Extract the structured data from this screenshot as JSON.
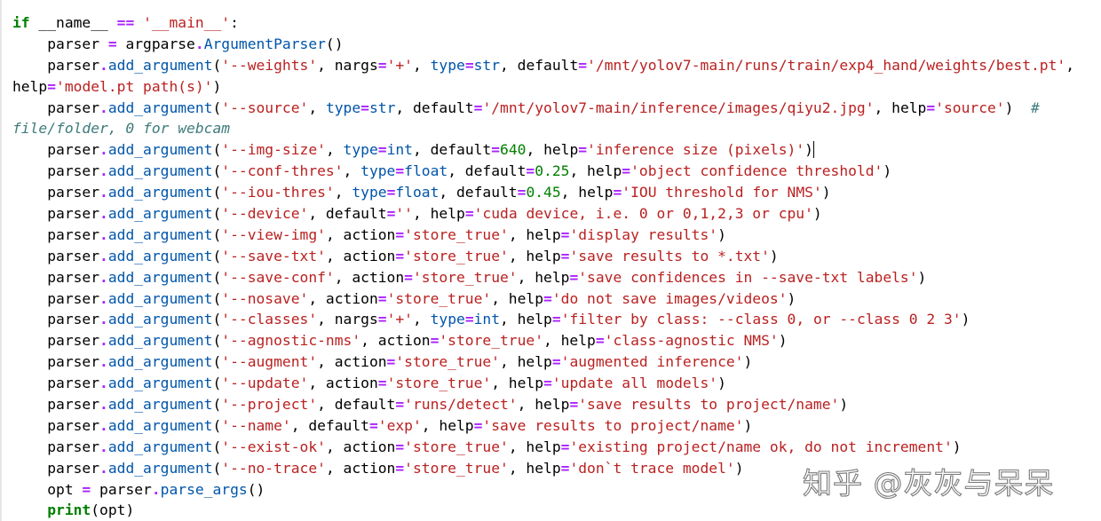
{
  "watermark": {
    "text": "知乎 @灰灰与呆呆"
  },
  "code_lines": [
    [
      [
        "kw",
        "if"
      ],
      [
        "t",
        " __name__ "
      ],
      [
        "op",
        "=="
      ],
      [
        "t",
        " "
      ],
      [
        "str",
        "'__main__'"
      ],
      [
        "t",
        ":"
      ]
    ],
    [
      [
        "t",
        "    parser "
      ],
      [
        "op",
        "="
      ],
      [
        "t",
        " argparse"
      ],
      [
        "op",
        "."
      ],
      [
        "attr",
        "ArgumentParser"
      ],
      [
        "t",
        "()"
      ]
    ],
    [
      [
        "t",
        "    parser"
      ],
      [
        "op",
        "."
      ],
      [
        "attr",
        "add_argument"
      ],
      [
        "t",
        "("
      ],
      [
        "str",
        "'--weights'"
      ],
      [
        "t",
        ", nargs"
      ],
      [
        "op",
        "="
      ],
      [
        "str",
        "'+'"
      ],
      [
        "t",
        ", "
      ],
      [
        "attr",
        "type"
      ],
      [
        "op",
        "="
      ],
      [
        "attr",
        "str"
      ],
      [
        "t",
        ", default"
      ],
      [
        "op",
        "="
      ],
      [
        "str",
        "'/mnt/yolov7-main/runs/train/exp4_hand/weights/best.pt'"
      ],
      [
        "t",
        ","
      ]
    ],
    [
      [
        "t",
        "help"
      ],
      [
        "op",
        "="
      ],
      [
        "str",
        "'model.pt path(s)'"
      ],
      [
        "t",
        ")"
      ]
    ],
    [
      [
        "t",
        "    parser"
      ],
      [
        "op",
        "."
      ],
      [
        "attr",
        "add_argument"
      ],
      [
        "t",
        "("
      ],
      [
        "str",
        "'--source'"
      ],
      [
        "t",
        ", "
      ],
      [
        "attr",
        "type"
      ],
      [
        "op",
        "="
      ],
      [
        "attr",
        "str"
      ],
      [
        "t",
        ", default"
      ],
      [
        "op",
        "="
      ],
      [
        "str",
        "'/mnt/yolov7-main/inference/images/qiyu2.jpg'"
      ],
      [
        "t",
        ", help"
      ],
      [
        "op",
        "="
      ],
      [
        "str",
        "'source'"
      ],
      [
        "t",
        ")  "
      ],
      [
        "cm",
        "#"
      ]
    ],
    [
      [
        "cm",
        "file/folder, 0 for webcam"
      ]
    ],
    [
      [
        "t",
        "    parser"
      ],
      [
        "op",
        "."
      ],
      [
        "attr",
        "add_argument"
      ],
      [
        "t",
        "("
      ],
      [
        "str",
        "'--img-size'"
      ],
      [
        "t",
        ", "
      ],
      [
        "attr",
        "type"
      ],
      [
        "op",
        "="
      ],
      [
        "attr",
        "int"
      ],
      [
        "t",
        ", default"
      ],
      [
        "op",
        "="
      ],
      [
        "num",
        "640"
      ],
      [
        "t",
        ", help"
      ],
      [
        "op",
        "="
      ],
      [
        "str",
        "'inference size (pixels)'"
      ],
      [
        "t",
        ")"
      ],
      [
        "cursor",
        ""
      ]
    ],
    [
      [
        "t",
        "    parser"
      ],
      [
        "op",
        "."
      ],
      [
        "attr",
        "add_argument"
      ],
      [
        "t",
        "("
      ],
      [
        "str",
        "'--conf-thres'"
      ],
      [
        "t",
        ", "
      ],
      [
        "attr",
        "type"
      ],
      [
        "op",
        "="
      ],
      [
        "attr",
        "float"
      ],
      [
        "t",
        ", default"
      ],
      [
        "op",
        "="
      ],
      [
        "num",
        "0.25"
      ],
      [
        "t",
        ", help"
      ],
      [
        "op",
        "="
      ],
      [
        "str",
        "'object confidence threshold'"
      ],
      [
        "t",
        ")"
      ]
    ],
    [
      [
        "t",
        "    parser"
      ],
      [
        "op",
        "."
      ],
      [
        "attr",
        "add_argument"
      ],
      [
        "t",
        "("
      ],
      [
        "str",
        "'--iou-thres'"
      ],
      [
        "t",
        ", "
      ],
      [
        "attr",
        "type"
      ],
      [
        "op",
        "="
      ],
      [
        "attr",
        "float"
      ],
      [
        "t",
        ", default"
      ],
      [
        "op",
        "="
      ],
      [
        "num",
        "0.45"
      ],
      [
        "t",
        ", help"
      ],
      [
        "op",
        "="
      ],
      [
        "str",
        "'IOU threshold for NMS'"
      ],
      [
        "t",
        ")"
      ]
    ],
    [
      [
        "t",
        "    parser"
      ],
      [
        "op",
        "."
      ],
      [
        "attr",
        "add_argument"
      ],
      [
        "t",
        "("
      ],
      [
        "str",
        "'--device'"
      ],
      [
        "t",
        ", default"
      ],
      [
        "op",
        "="
      ],
      [
        "str",
        "''"
      ],
      [
        "t",
        ", help"
      ],
      [
        "op",
        "="
      ],
      [
        "str",
        "'cuda device, i.e. 0 or 0,1,2,3 or cpu'"
      ],
      [
        "t",
        ")"
      ]
    ],
    [
      [
        "t",
        "    parser"
      ],
      [
        "op",
        "."
      ],
      [
        "attr",
        "add_argument"
      ],
      [
        "t",
        "("
      ],
      [
        "str",
        "'--view-img'"
      ],
      [
        "t",
        ", action"
      ],
      [
        "op",
        "="
      ],
      [
        "str",
        "'store_true'"
      ],
      [
        "t",
        ", help"
      ],
      [
        "op",
        "="
      ],
      [
        "str",
        "'display results'"
      ],
      [
        "t",
        ")"
      ]
    ],
    [
      [
        "t",
        "    parser"
      ],
      [
        "op",
        "."
      ],
      [
        "attr",
        "add_argument"
      ],
      [
        "t",
        "("
      ],
      [
        "str",
        "'--save-txt'"
      ],
      [
        "t",
        ", action"
      ],
      [
        "op",
        "="
      ],
      [
        "str",
        "'store_true'"
      ],
      [
        "t",
        ", help"
      ],
      [
        "op",
        "="
      ],
      [
        "str",
        "'save results to *.txt'"
      ],
      [
        "t",
        ")"
      ]
    ],
    [
      [
        "t",
        "    parser"
      ],
      [
        "op",
        "."
      ],
      [
        "attr",
        "add_argument"
      ],
      [
        "t",
        "("
      ],
      [
        "str",
        "'--save-conf'"
      ],
      [
        "t",
        ", action"
      ],
      [
        "op",
        "="
      ],
      [
        "str",
        "'store_true'"
      ],
      [
        "t",
        ", help"
      ],
      [
        "op",
        "="
      ],
      [
        "str",
        "'save confidences in --save-txt labels'"
      ],
      [
        "t",
        ")"
      ]
    ],
    [
      [
        "t",
        "    parser"
      ],
      [
        "op",
        "."
      ],
      [
        "attr",
        "add_argument"
      ],
      [
        "t",
        "("
      ],
      [
        "str",
        "'--nosave'"
      ],
      [
        "t",
        ", action"
      ],
      [
        "op",
        "="
      ],
      [
        "str",
        "'store_true'"
      ],
      [
        "t",
        ", help"
      ],
      [
        "op",
        "="
      ],
      [
        "str",
        "'do not save images/videos'"
      ],
      [
        "t",
        ")"
      ]
    ],
    [
      [
        "t",
        "    parser"
      ],
      [
        "op",
        "."
      ],
      [
        "attr",
        "add_argument"
      ],
      [
        "t",
        "("
      ],
      [
        "str",
        "'--classes'"
      ],
      [
        "t",
        ", nargs"
      ],
      [
        "op",
        "="
      ],
      [
        "str",
        "'+'"
      ],
      [
        "t",
        ", "
      ],
      [
        "attr",
        "type"
      ],
      [
        "op",
        "="
      ],
      [
        "attr",
        "int"
      ],
      [
        "t",
        ", help"
      ],
      [
        "op",
        "="
      ],
      [
        "str",
        "'filter by class: --class 0, or --class 0 2 3'"
      ],
      [
        "t",
        ")"
      ]
    ],
    [
      [
        "t",
        "    parser"
      ],
      [
        "op",
        "."
      ],
      [
        "attr",
        "add_argument"
      ],
      [
        "t",
        "("
      ],
      [
        "str",
        "'--agnostic-nms'"
      ],
      [
        "t",
        ", action"
      ],
      [
        "op",
        "="
      ],
      [
        "str",
        "'store_true'"
      ],
      [
        "t",
        ", help"
      ],
      [
        "op",
        "="
      ],
      [
        "str",
        "'class-agnostic NMS'"
      ],
      [
        "t",
        ")"
      ]
    ],
    [
      [
        "t",
        "    parser"
      ],
      [
        "op",
        "."
      ],
      [
        "attr",
        "add_argument"
      ],
      [
        "t",
        "("
      ],
      [
        "str",
        "'--augment'"
      ],
      [
        "t",
        ", action"
      ],
      [
        "op",
        "="
      ],
      [
        "str",
        "'store_true'"
      ],
      [
        "t",
        ", help"
      ],
      [
        "op",
        "="
      ],
      [
        "str",
        "'augmented inference'"
      ],
      [
        "t",
        ")"
      ]
    ],
    [
      [
        "t",
        "    parser"
      ],
      [
        "op",
        "."
      ],
      [
        "attr",
        "add_argument"
      ],
      [
        "t",
        "("
      ],
      [
        "str",
        "'--update'"
      ],
      [
        "t",
        ", action"
      ],
      [
        "op",
        "="
      ],
      [
        "str",
        "'store_true'"
      ],
      [
        "t",
        ", help"
      ],
      [
        "op",
        "="
      ],
      [
        "str",
        "'update all models'"
      ],
      [
        "t",
        ")"
      ]
    ],
    [
      [
        "t",
        "    parser"
      ],
      [
        "op",
        "."
      ],
      [
        "attr",
        "add_argument"
      ],
      [
        "t",
        "("
      ],
      [
        "str",
        "'--project'"
      ],
      [
        "t",
        ", default"
      ],
      [
        "op",
        "="
      ],
      [
        "str",
        "'runs/detect'"
      ],
      [
        "t",
        ", help"
      ],
      [
        "op",
        "="
      ],
      [
        "str",
        "'save results to project/name'"
      ],
      [
        "t",
        ")"
      ]
    ],
    [
      [
        "t",
        "    parser"
      ],
      [
        "op",
        "."
      ],
      [
        "attr",
        "add_argument"
      ],
      [
        "t",
        "("
      ],
      [
        "str",
        "'--name'"
      ],
      [
        "t",
        ", default"
      ],
      [
        "op",
        "="
      ],
      [
        "str",
        "'exp'"
      ],
      [
        "t",
        ", help"
      ],
      [
        "op",
        "="
      ],
      [
        "str",
        "'save results to project/name'"
      ],
      [
        "t",
        ")"
      ]
    ],
    [
      [
        "t",
        "    parser"
      ],
      [
        "op",
        "."
      ],
      [
        "attr",
        "add_argument"
      ],
      [
        "t",
        "("
      ],
      [
        "str",
        "'--exist-ok'"
      ],
      [
        "t",
        ", action"
      ],
      [
        "op",
        "="
      ],
      [
        "str",
        "'store_true'"
      ],
      [
        "t",
        ", help"
      ],
      [
        "op",
        "="
      ],
      [
        "str",
        "'existing project/name ok, do not increment'"
      ],
      [
        "t",
        ")"
      ]
    ],
    [
      [
        "t",
        "    parser"
      ],
      [
        "op",
        "."
      ],
      [
        "attr",
        "add_argument"
      ],
      [
        "t",
        "("
      ],
      [
        "str",
        "'--no-trace'"
      ],
      [
        "t",
        ", action"
      ],
      [
        "op",
        "="
      ],
      [
        "str",
        "'store_true'"
      ],
      [
        "t",
        ", help"
      ],
      [
        "op",
        "="
      ],
      [
        "str",
        "'don`t trace model'"
      ],
      [
        "t",
        ")"
      ]
    ],
    [
      [
        "t",
        "    opt "
      ],
      [
        "op",
        "="
      ],
      [
        "t",
        " parser"
      ],
      [
        "op",
        "."
      ],
      [
        "attr",
        "parse_args"
      ],
      [
        "t",
        "()"
      ]
    ],
    [
      [
        "t",
        "    "
      ],
      [
        "kw",
        "print"
      ],
      [
        "t",
        "(opt)"
      ]
    ]
  ],
  "colors": {
    "keyword": "#008000",
    "operator": "#aa22ff",
    "string": "#ba2121",
    "number": "#008000",
    "attribute": "#0055aa",
    "comment": "#3d7b7b",
    "background": "#ffffff"
  }
}
